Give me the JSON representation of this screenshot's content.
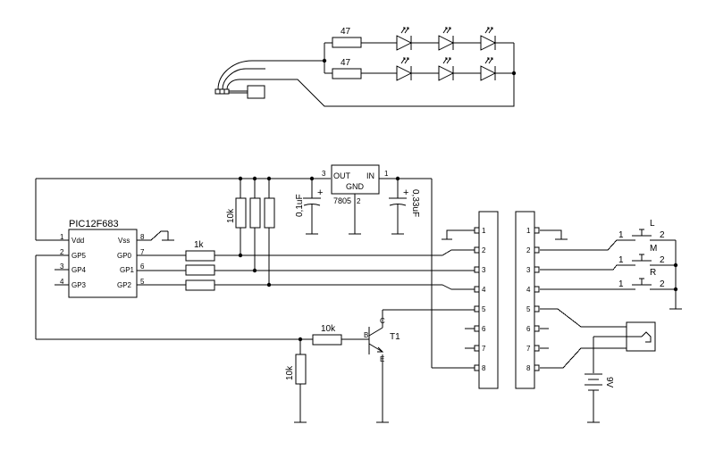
{
  "led_section": {
    "resistor_top": "47",
    "resistor_bottom": "47",
    "leds_per_string": 3
  },
  "mcu": {
    "part": "PIC12F683",
    "left_pins": [
      {
        "num": "1",
        "name": "Vdd"
      },
      {
        "num": "2",
        "name": "GP5"
      },
      {
        "num": "3",
        "name": "GP4"
      },
      {
        "num": "4",
        "name": "GP3"
      }
    ],
    "right_pins": [
      {
        "num": "8",
        "name": "Vss"
      },
      {
        "num": "7",
        "name": "GP0"
      },
      {
        "num": "6",
        "name": "GP1"
      },
      {
        "num": "5",
        "name": "GP2"
      }
    ]
  },
  "regulator": {
    "part": "7805",
    "out_label": "OUT",
    "in_label": "IN",
    "gnd_label": "GND",
    "pin_out": "3",
    "pin_in": "1",
    "pin_gnd": "2"
  },
  "capacitors": {
    "c_out": "0,1uF",
    "c_in": "0,33uF",
    "plus": "+"
  },
  "resistors": {
    "pullup": "10k",
    "series": "1k",
    "base": "10k",
    "base_pulldown": "10k"
  },
  "transistor": {
    "name": "T1",
    "base": "B",
    "collector": "C",
    "emitter": "E"
  },
  "connector_left": {
    "pins": [
      "1",
      "2",
      "3",
      "4",
      "5",
      "6",
      "7",
      "8"
    ]
  },
  "connector_right": {
    "pins": [
      "1",
      "2",
      "3",
      "4",
      "5",
      "6",
      "7",
      "8"
    ]
  },
  "switches": [
    {
      "name": "L",
      "pin1": "1",
      "pin2": "2"
    },
    {
      "name": "M",
      "pin1": "1",
      "pin2": "2"
    },
    {
      "name": "R",
      "pin1": "1",
      "pin2": "2"
    }
  ],
  "battery": {
    "label": "9V"
  }
}
